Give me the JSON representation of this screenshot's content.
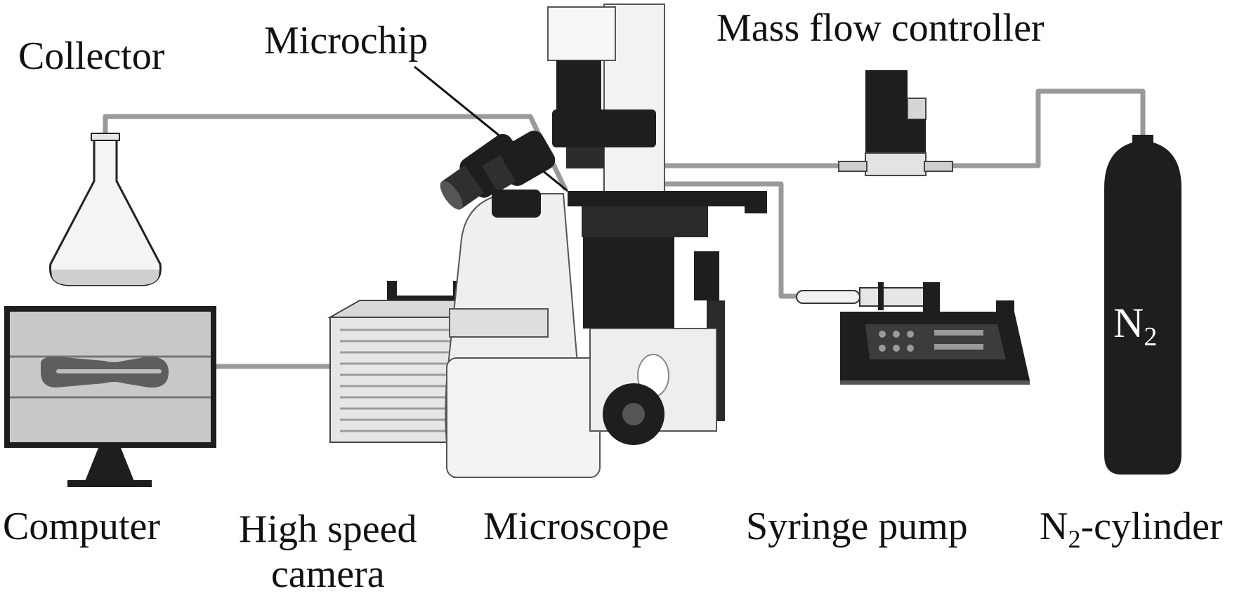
{
  "diagram": {
    "labels": {
      "collector": "Collector",
      "microchip": "Microchip",
      "mass_flow_controller": "Mass flow controller",
      "computer": "Computer",
      "high_speed_camera_line1": "High speed",
      "high_speed_camera_line2": "camera",
      "microscope": "Microscope",
      "syringe_pump": "Syringe pump",
      "n2_cylinder_main": "N",
      "n2_cylinder_sub": "2",
      "n2_cylinder_suffix": "-cylinder",
      "n2_tank_main": "N",
      "n2_tank_sub": "2"
    },
    "colors": {
      "background": "#ffffff",
      "tube": "#9a9a9a",
      "dark": "#1e1e1e",
      "medium": "#6a6a6a",
      "light": "#e9e9e9"
    }
  }
}
